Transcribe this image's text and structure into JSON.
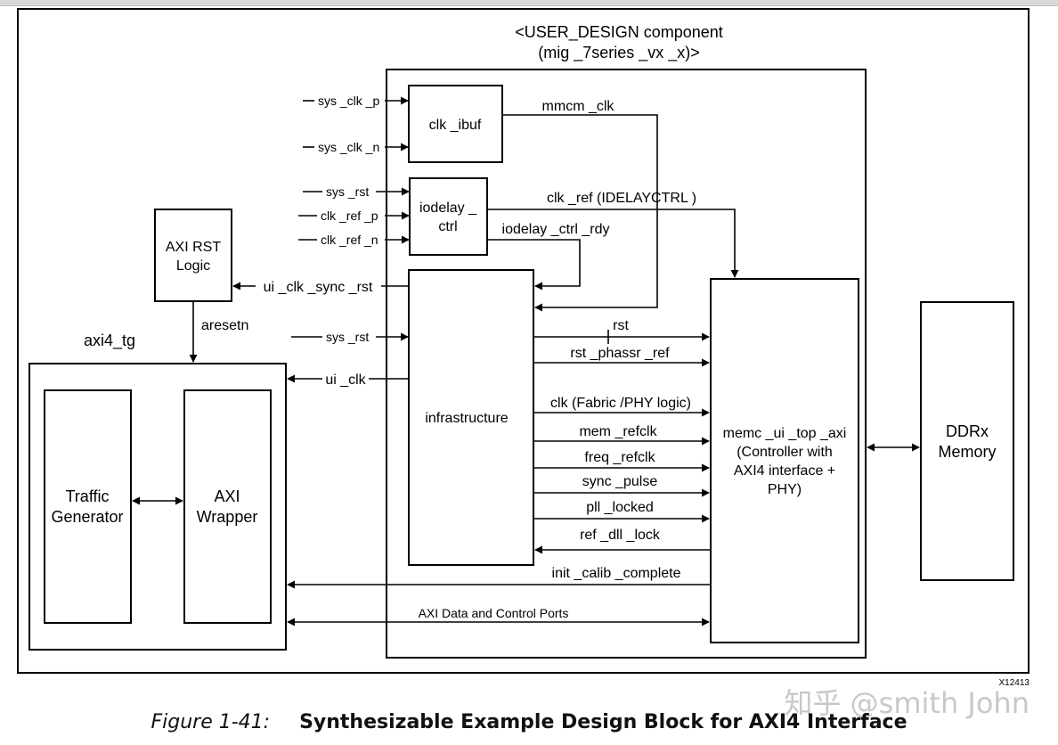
{
  "diagram": {
    "component_title": [
      "<USER_DESIGN component",
      "(mig _7series _vx _x)>"
    ],
    "blocks": {
      "clk_ibuf": [
        "clk _ibuf"
      ],
      "iodelay_ctrl": [
        "iodelay _",
        "ctrl"
      ],
      "infrastructure": [
        "infrastructure"
      ],
      "memc": [
        "memc _ui _top _axi",
        "(Controller with",
        "AXI4 interface  +",
        "PHY)"
      ],
      "axi_rst": [
        "AXI RST",
        "Logic"
      ],
      "traffic_gen": [
        "Traffic",
        "Generator"
      ],
      "axi_wrapper": [
        "AXI",
        "Wrapper"
      ],
      "ddr": [
        "DDRx",
        "Memory"
      ],
      "axi4_tg": "axi4_tg"
    },
    "inputs": {
      "sys_clk_p": "sys _clk _p",
      "sys_clk_n": "sys _clk _n",
      "sys_rst_1": "sys _rst",
      "clk_ref_p": "clk _ref _p",
      "clk_ref_n": "clk _ref _n",
      "sys_rst_2": "sys _rst"
    },
    "signals": {
      "mmcm_clk": "mmcm _clk",
      "clk_ref": "clk _ref  (IDELAYCTRL )",
      "iodelay_rdy": "iodelay _ctrl _rdy",
      "ui_clk_sync_rst": "ui _clk _sync _rst",
      "aresetn": "aresetn",
      "ui_clk": "ui _clk",
      "rst": "rst",
      "rst_phassr_ref": "rst _phassr _ref",
      "clk_fabric": "clk  (Fabric /PHY logic)",
      "mem_refclk": "mem _refclk",
      "freq_refclk": "freq _refclk",
      "sync_pulse": "sync _pulse",
      "pll_locked": "pll _locked",
      "ref_dll_lock": "ref _dll _lock",
      "init_calib": "init _calib _complete",
      "axi_ports": "AXI Data and Control Ports"
    },
    "figure_id": "X12413"
  },
  "watermark": "知乎 @smith John",
  "caption": {
    "figure": "Figure 1-41:",
    "title": "Synthesizable Example Design Block for AXI4 Interface"
  }
}
